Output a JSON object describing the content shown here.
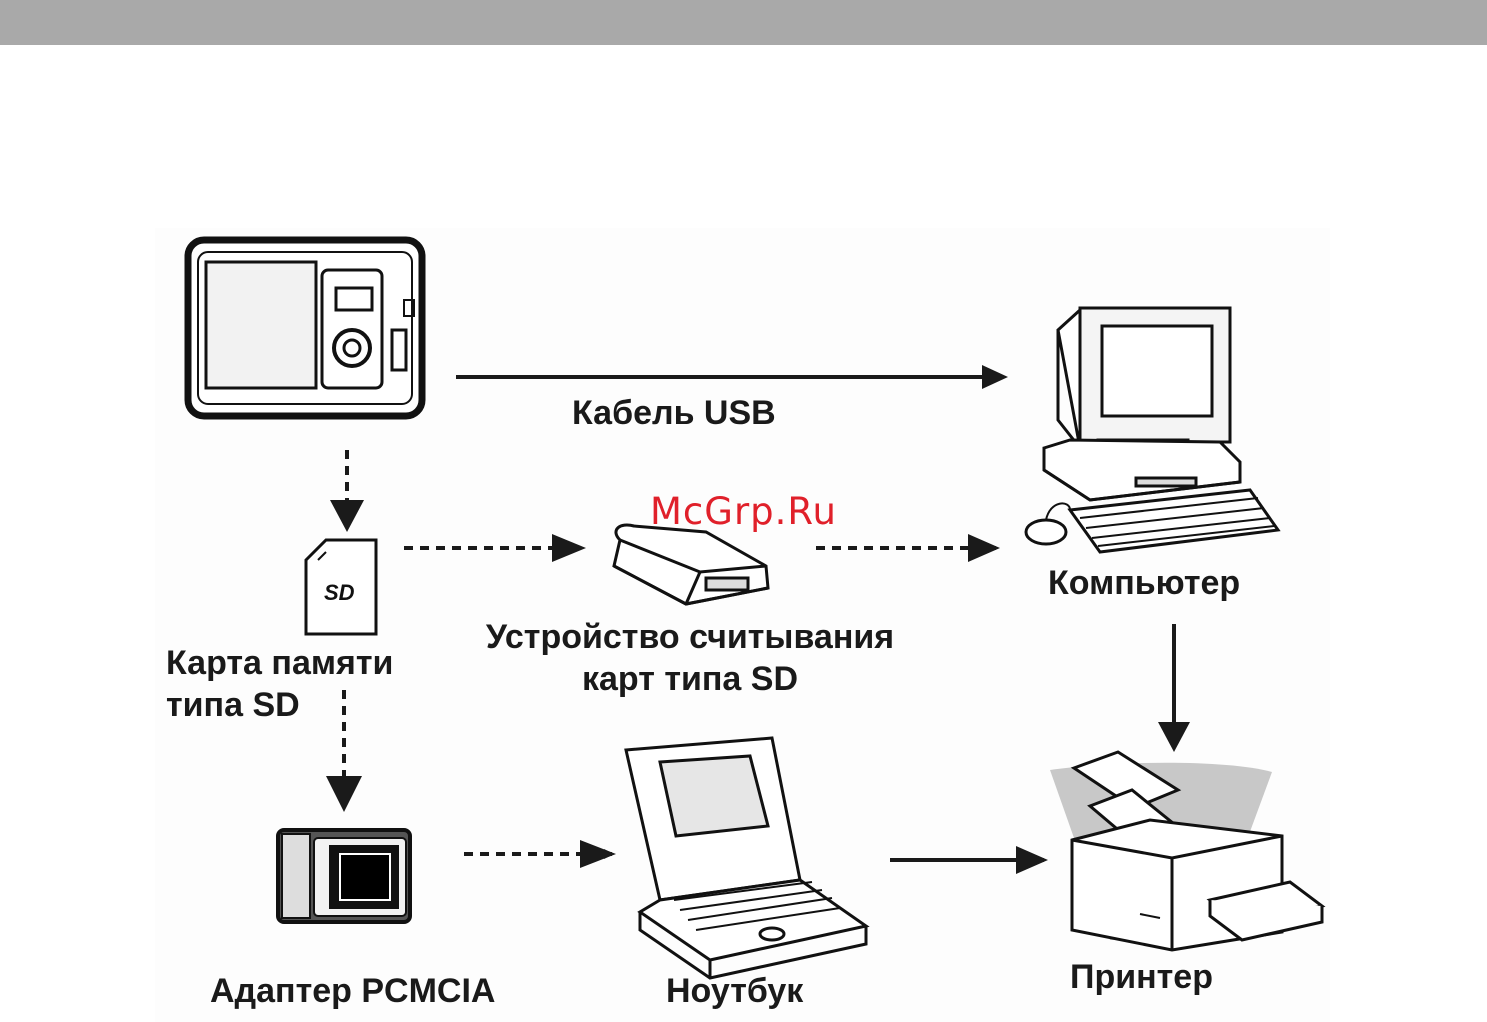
{
  "labels": {
    "usb_cable": "Кабель USB",
    "computer": "Компьютер",
    "sd_card_line1": "Карта памяти",
    "sd_card_line2": "типа SD",
    "card_reader_line1": "Устройство считывания",
    "card_reader_line2": "карт типа SD",
    "pcmcia_adapter": "Адаптер PCMCIA",
    "notebook": "Ноутбук",
    "printer": "Принтер"
  },
  "sd_logo_text": "SD",
  "watermark": "McGrp.Ru",
  "icons": [
    "camera-icon",
    "computer-icon",
    "sd-card-icon",
    "card-reader-icon",
    "pcmcia-adapter-icon",
    "laptop-icon",
    "printer-icon"
  ],
  "colors": {
    "header_bar": "#a9a9a9",
    "watermark": "#e0202a",
    "lines": "#1a1a1a"
  }
}
